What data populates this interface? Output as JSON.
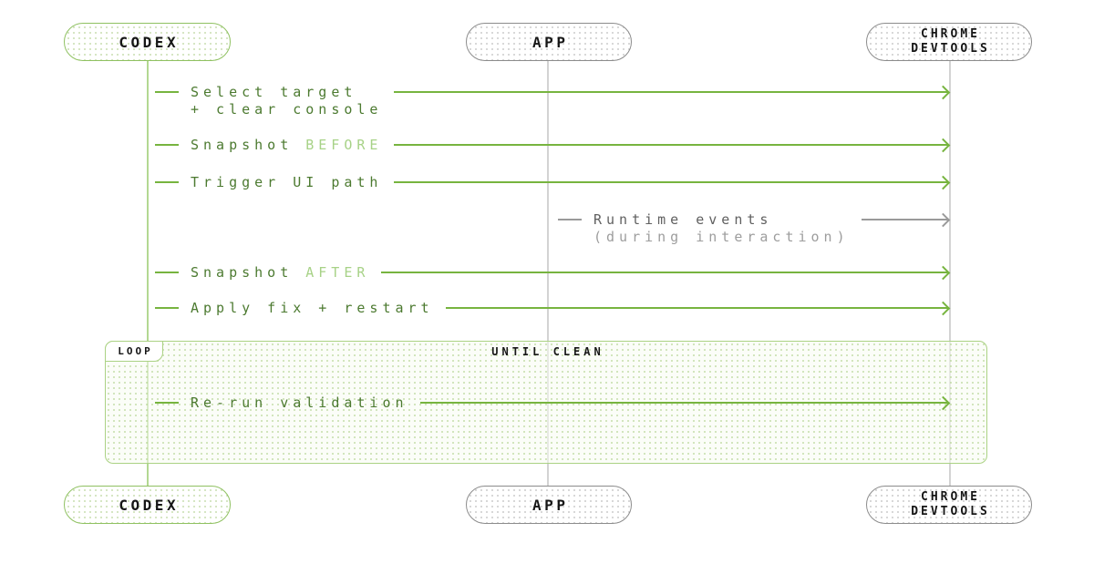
{
  "diagram_type": "sequence-diagram",
  "colors": {
    "actor_green_border": "#8fc161",
    "actor_gray_border": "#8c8c8c",
    "arrow_green": "#77b43f",
    "arrow_gray": "#9a9a9a",
    "lifeline_green": "#b3d892",
    "lifeline_gray": "#d3d3d3",
    "label_green": "#4c7a30",
    "label_green_light": "#a7d287",
    "label_gray": "#606060",
    "label_gray_light": "#9d9d9d",
    "loop_border_green": "#abd284",
    "text_black": "#161616"
  },
  "actors": {
    "codex": {
      "label": "CODEX"
    },
    "app": {
      "label": "APP"
    },
    "chrome": {
      "line1": "CHROME",
      "line2": "DEVTOOLS"
    }
  },
  "messages": [
    {
      "from": "CODEX",
      "to": "CHROME DEVTOOLS",
      "text": "Select target",
      "text2": "+ clear console"
    },
    {
      "from": "CODEX",
      "to": "CHROME DEVTOOLS",
      "text": "Snapshot",
      "highlight": "BEFORE"
    },
    {
      "from": "CODEX",
      "to": "CHROME DEVTOOLS",
      "text": "Trigger UI path"
    },
    {
      "from": "APP",
      "to": "CHROME DEVTOOLS",
      "text": "Runtime events",
      "text2": "(during interaction)"
    },
    {
      "from": "CODEX",
      "to": "CHROME DEVTOOLS",
      "text": "Snapshot",
      "highlight": "AFTER"
    },
    {
      "from": "CODEX",
      "to": "CHROME DEVTOOLS",
      "text": "Apply fix + restart"
    },
    {
      "from": "CODEX",
      "to": "CHROME DEVTOOLS",
      "text": "Re-run validation",
      "in_loop": true
    }
  ],
  "loop": {
    "label": "LOOP",
    "condition": "UNTIL CLEAN"
  }
}
